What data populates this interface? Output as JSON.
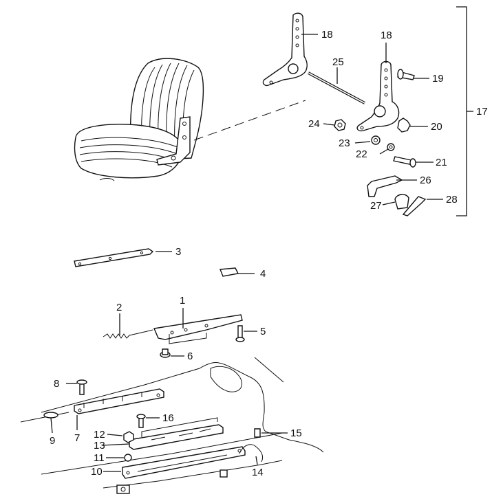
{
  "callouts": [
    "1",
    "2",
    "3",
    "4",
    "5",
    "6",
    "7",
    "8",
    "9",
    "10",
    "11",
    "12",
    "13",
    "14",
    "15",
    "16",
    "17",
    "18",
    "19",
    "20",
    "21",
    "22",
    "23",
    "24",
    "25",
    "26",
    "27",
    "28"
  ],
  "group_label": "17"
}
